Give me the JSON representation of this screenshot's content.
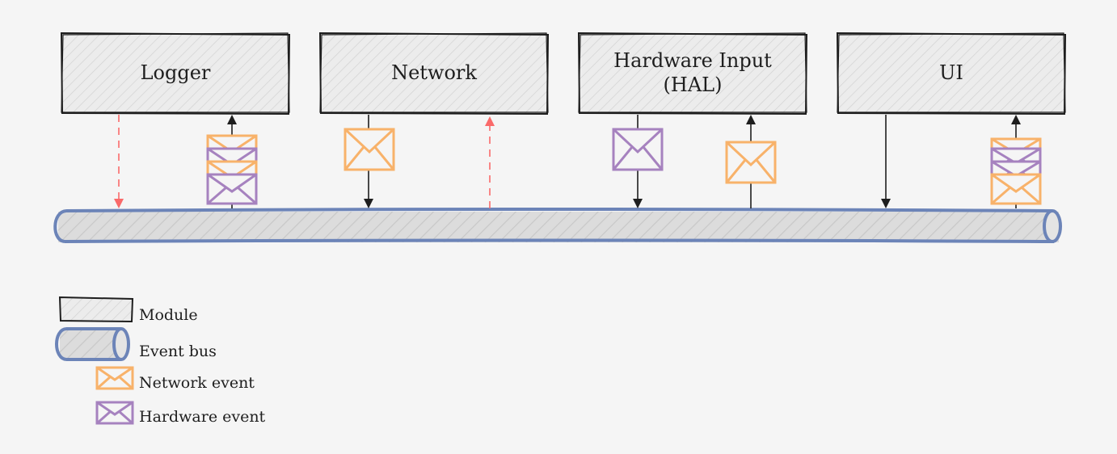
{
  "modules": [
    {
      "id": "logger",
      "lines": [
        "Logger"
      ]
    },
    {
      "id": "network",
      "lines": [
        "Network"
      ]
    },
    {
      "id": "hal",
      "lines": [
        "Hardware Input",
        "(HAL)"
      ]
    },
    {
      "id": "ui",
      "lines": [
        "UI"
      ]
    }
  ],
  "connections": [
    {
      "module": "logger",
      "direction": "to-bus",
      "style": "dashed",
      "color": "#fa6a6a",
      "envelopes": []
    },
    {
      "module": "logger",
      "direction": "to-module",
      "style": "solid",
      "color": "#1e1e1e",
      "envelopes": [
        "network",
        "hardware",
        "network",
        "hardware"
      ]
    },
    {
      "module": "network",
      "direction": "to-bus",
      "style": "solid",
      "color": "#1e1e1e",
      "envelopes": [
        "network"
      ]
    },
    {
      "module": "network",
      "direction": "to-module",
      "style": "dashed",
      "color": "#fa6a6a",
      "envelopes": []
    },
    {
      "module": "hal",
      "direction": "to-bus",
      "style": "solid",
      "color": "#1e1e1e",
      "envelopes": [
        "hardware"
      ]
    },
    {
      "module": "hal",
      "direction": "to-module",
      "style": "solid",
      "color": "#1e1e1e",
      "envelopes": [
        "network"
      ]
    },
    {
      "module": "ui",
      "direction": "to-bus",
      "style": "solid",
      "color": "#1e1e1e",
      "envelopes": []
    },
    {
      "module": "ui",
      "direction": "to-module",
      "style": "solid",
      "color": "#1e1e1e",
      "envelopes": [
        "network",
        "hardware",
        "hardware",
        "network"
      ]
    }
  ],
  "legend": {
    "module": "Module",
    "event_bus": "Event bus",
    "network_event": "Network event",
    "hardware_event": "Hardware event"
  },
  "colors": {
    "background": "#f5f5f5",
    "module_fill": "#ececec",
    "module_stroke": "#1e1e1e",
    "bus_stroke": "#6c84b8",
    "bus_fill": "#dcdcdc",
    "network_event": "#f8b26a",
    "hardware_event": "#a682bf",
    "dashed_arrow": "#fa6a6a"
  },
  "icons": {
    "event": "envelope-icon",
    "arrow": "arrowhead"
  }
}
